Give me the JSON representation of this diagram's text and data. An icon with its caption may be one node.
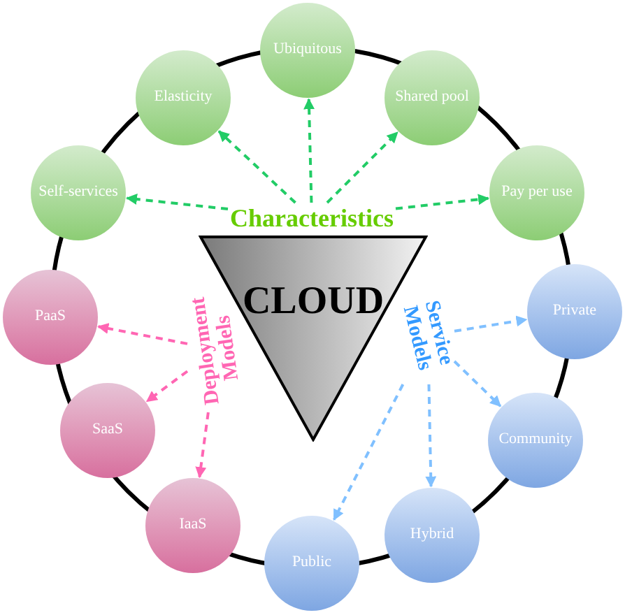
{
  "diagram": {
    "nodes": [
      {
        "text": [
          "Ubiquitous"
        ]
      },
      {
        "text": [
          "Elasticity"
        ]
      },
      {
        "text": [
          "Shared pool"
        ]
      },
      {
        "text": [
          "Self-services"
        ]
      },
      {
        "text": [
          "Pay per use"
        ]
      },
      {
        "text": [
          "Characteristics"
        ]
      },
      {
        "text": [
          "CLOUD"
        ]
      },
      {
        "text": [
          "PaaS"
        ]
      },
      {
        "text": [
          "Deployment Models"
        ]
      },
      {
        "text": [
          "Service Models"
        ]
      },
      {
        "text": [
          "Private"
        ]
      },
      {
        "text": [
          "SaaS"
        ]
      },
      {
        "text": [
          "Community"
        ]
      },
      {
        "text": [
          "IaaS"
        ]
      },
      {
        "text": [
          "Hybrid"
        ]
      },
      {
        "text": [
          "Public"
        ]
      }
    ],
    "edges": [
      {
        "from": 5,
        "to": 3,
        "arrow": "to",
        "style": "dashed"
      },
      {
        "from": 5,
        "to": 1,
        "arrow": "to",
        "style": "dashed"
      },
      {
        "from": 5,
        "to": 0,
        "arrow": "to",
        "style": "dashed"
      },
      {
        "from": 5,
        "to": 2,
        "arrow": "to",
        "style": "dashed"
      },
      {
        "from": 5,
        "to": 4,
        "arrow": "to",
        "style": "dashed"
      },
      {
        "from": 8,
        "to": 7,
        "arrow": "to",
        "style": "dashed",
        "color": "#ff66b3"
      },
      {
        "from": 8,
        "to": 11,
        "arrow": "to",
        "style": "dashed",
        "color": "#ff66b3"
      },
      {
        "from": 8,
        "to": 13,
        "arrow": "to",
        "style": "dashed",
        "color": "#ff66b3"
      },
      {
        "from": 9,
        "to": 10,
        "arrow": "to",
        "style": "dashed",
        "color": "#80c0ff"
      },
      {
        "from": 9,
        "to": 12,
        "arrow": "to",
        "style": "dashed",
        "color": "#80c0ff"
      },
      {
        "from": 9,
        "to": 14,
        "arrow": "to",
        "style": "dashed",
        "color": "#80c0ff"
      },
      {
        "from": 9,
        "to": 15,
        "arrow": "to",
        "style": "dashed",
        "color": "#80c0ff"
      }
    ]
  }
}
